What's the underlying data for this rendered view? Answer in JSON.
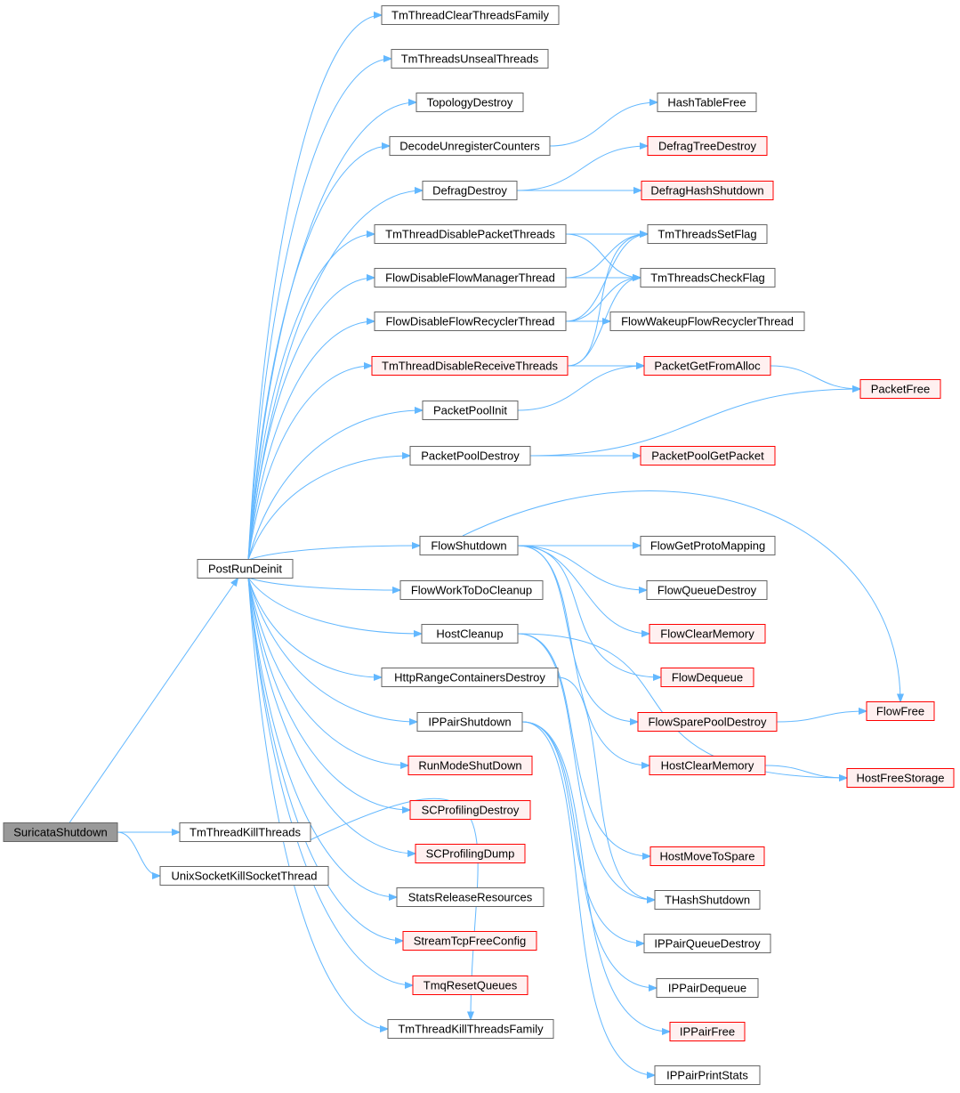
{
  "colors": {
    "edge": "#63b8ff",
    "node_border": "#666666",
    "node_fill": "#ffffff",
    "truncated_border": "#ff0000",
    "truncated_fill": "#fff0f0",
    "root_fill": "#999999",
    "root_border": "#666666"
  },
  "nodes": [
    {
      "id": "SuricataShutdown",
      "label": "SuricataShutdown",
      "kind": "root"
    },
    {
      "id": "PostRunDeinit",
      "label": "PostRunDeinit",
      "kind": "normal"
    },
    {
      "id": "TmThreadKillThreads",
      "label": "TmThreadKillThreads",
      "kind": "normal"
    },
    {
      "id": "UnixSocketKillSocketThread",
      "label": "UnixSocketKillSocketThread",
      "kind": "normal"
    },
    {
      "id": "TmThreadClearThreadsFamily",
      "label": "TmThreadClearThreadsFamily",
      "kind": "normal"
    },
    {
      "id": "TmThreadsUnsealThreads",
      "label": "TmThreadsUnsealThreads",
      "kind": "normal"
    },
    {
      "id": "TopologyDestroy",
      "label": "TopologyDestroy",
      "kind": "normal"
    },
    {
      "id": "DecodeUnregisterCounters",
      "label": "DecodeUnregisterCounters",
      "kind": "normal"
    },
    {
      "id": "DefragDestroy",
      "label": "DefragDestroy",
      "kind": "normal"
    },
    {
      "id": "TmThreadDisablePacketThreads",
      "label": "TmThreadDisablePacketThreads",
      "kind": "normal"
    },
    {
      "id": "FlowDisableFlowManagerThread",
      "label": "FlowDisableFlowManagerThread",
      "kind": "normal"
    },
    {
      "id": "FlowDisableFlowRecyclerThread",
      "label": "FlowDisableFlowRecyclerThread",
      "kind": "normal"
    },
    {
      "id": "TmThreadDisableReceiveThreads",
      "label": "TmThreadDisableReceiveThreads",
      "kind": "truncated"
    },
    {
      "id": "PacketPoolInit",
      "label": "PacketPoolInit",
      "kind": "normal"
    },
    {
      "id": "PacketPoolDestroy",
      "label": "PacketPoolDestroy",
      "kind": "normal"
    },
    {
      "id": "FlowShutdown",
      "label": "FlowShutdown",
      "kind": "normal"
    },
    {
      "id": "FlowWorkToDoCleanup",
      "label": "FlowWorkToDoCleanup",
      "kind": "normal"
    },
    {
      "id": "HostCleanup",
      "label": "HostCleanup",
      "kind": "normal"
    },
    {
      "id": "HttpRangeContainersDestroy",
      "label": "HttpRangeContainersDestroy",
      "kind": "normal"
    },
    {
      "id": "IPPairShutdown",
      "label": "IPPairShutdown",
      "kind": "normal"
    },
    {
      "id": "RunModeShutDown",
      "label": "RunModeShutDown",
      "kind": "truncated"
    },
    {
      "id": "SCProfilingDestroy",
      "label": "SCProfilingDestroy",
      "kind": "truncated"
    },
    {
      "id": "SCProfilingDump",
      "label": "SCProfilingDump",
      "kind": "truncated"
    },
    {
      "id": "StatsReleaseResources",
      "label": "StatsReleaseResources",
      "kind": "normal"
    },
    {
      "id": "StreamTcpFreeConfig",
      "label": "StreamTcpFreeConfig",
      "kind": "truncated"
    },
    {
      "id": "TmqResetQueues",
      "label": "TmqResetQueues",
      "kind": "truncated"
    },
    {
      "id": "TmThreadKillThreadsFamily",
      "label": "TmThreadKillThreadsFamily",
      "kind": "normal"
    },
    {
      "id": "HashTableFree",
      "label": "HashTableFree",
      "kind": "normal"
    },
    {
      "id": "DefragTreeDestroy",
      "label": "DefragTreeDestroy",
      "kind": "truncated"
    },
    {
      "id": "DefragHashShutdown",
      "label": "DefragHashShutdown",
      "kind": "truncated"
    },
    {
      "id": "TmThreadsSetFlag",
      "label": "TmThreadsSetFlag",
      "kind": "normal"
    },
    {
      "id": "TmThreadsCheckFlag",
      "label": "TmThreadsCheckFlag",
      "kind": "normal"
    },
    {
      "id": "FlowWakeupFlowRecyclerThread",
      "label": "FlowWakeupFlowRecyclerThread",
      "kind": "normal"
    },
    {
      "id": "PacketGetFromAlloc",
      "label": "PacketGetFromAlloc",
      "kind": "truncated"
    },
    {
      "id": "PacketPoolGetPacket",
      "label": "PacketPoolGetPacket",
      "kind": "truncated"
    },
    {
      "id": "PacketFree",
      "label": "PacketFree",
      "kind": "truncated"
    },
    {
      "id": "FlowGetProtoMapping",
      "label": "FlowGetProtoMapping",
      "kind": "normal"
    },
    {
      "id": "FlowQueueDestroy",
      "label": "FlowQueueDestroy",
      "kind": "normal"
    },
    {
      "id": "FlowClearMemory",
      "label": "FlowClearMemory",
      "kind": "truncated"
    },
    {
      "id": "FlowDequeue",
      "label": "FlowDequeue",
      "kind": "truncated"
    },
    {
      "id": "FlowSparePoolDestroy",
      "label": "FlowSparePoolDestroy",
      "kind": "truncated"
    },
    {
      "id": "FlowFree",
      "label": "FlowFree",
      "kind": "truncated"
    },
    {
      "id": "HostClearMemory",
      "label": "HostClearMemory",
      "kind": "truncated"
    },
    {
      "id": "HostFreeStorage",
      "label": "HostFreeStorage",
      "kind": "truncated"
    },
    {
      "id": "HostMoveToSpare",
      "label": "HostMoveToSpare",
      "kind": "truncated"
    },
    {
      "id": "THashShutdown",
      "label": "THashShutdown",
      "kind": "normal"
    },
    {
      "id": "IPPairQueueDestroy",
      "label": "IPPairQueueDestroy",
      "kind": "normal"
    },
    {
      "id": "IPPairDequeue",
      "label": "IPPairDequeue",
      "kind": "normal"
    },
    {
      "id": "IPPairFree",
      "label": "IPPairFree",
      "kind": "truncated"
    },
    {
      "id": "IPPairPrintStats",
      "label": "IPPairPrintStats",
      "kind": "normal"
    }
  ],
  "edges": [
    [
      "SuricataShutdown",
      "PostRunDeinit"
    ],
    [
      "SuricataShutdown",
      "TmThreadKillThreads"
    ],
    [
      "SuricataShutdown",
      "UnixSocketKillSocketThread"
    ],
    [
      "TmThreadKillThreads",
      "TmThreadKillThreadsFamily"
    ],
    [
      "PostRunDeinit",
      "TmThreadClearThreadsFamily"
    ],
    [
      "PostRunDeinit",
      "TmThreadsUnsealThreads"
    ],
    [
      "PostRunDeinit",
      "TopologyDestroy"
    ],
    [
      "PostRunDeinit",
      "DecodeUnregisterCounters"
    ],
    [
      "PostRunDeinit",
      "DefragDestroy"
    ],
    [
      "PostRunDeinit",
      "TmThreadDisablePacketThreads"
    ],
    [
      "PostRunDeinit",
      "FlowDisableFlowManagerThread"
    ],
    [
      "PostRunDeinit",
      "FlowDisableFlowRecyclerThread"
    ],
    [
      "PostRunDeinit",
      "TmThreadDisableReceiveThreads"
    ],
    [
      "PostRunDeinit",
      "PacketPoolInit"
    ],
    [
      "PostRunDeinit",
      "PacketPoolDestroy"
    ],
    [
      "PostRunDeinit",
      "FlowShutdown"
    ],
    [
      "PostRunDeinit",
      "FlowWorkToDoCleanup"
    ],
    [
      "PostRunDeinit",
      "HostCleanup"
    ],
    [
      "PostRunDeinit",
      "HttpRangeContainersDestroy"
    ],
    [
      "PostRunDeinit",
      "IPPairShutdown"
    ],
    [
      "PostRunDeinit",
      "RunModeShutDown"
    ],
    [
      "PostRunDeinit",
      "SCProfilingDestroy"
    ],
    [
      "PostRunDeinit",
      "SCProfilingDump"
    ],
    [
      "PostRunDeinit",
      "StatsReleaseResources"
    ],
    [
      "PostRunDeinit",
      "StreamTcpFreeConfig"
    ],
    [
      "PostRunDeinit",
      "TmqResetQueues"
    ],
    [
      "PostRunDeinit",
      "TmThreadKillThreadsFamily"
    ],
    [
      "DecodeUnregisterCounters",
      "HashTableFree"
    ],
    [
      "DefragDestroy",
      "DefragTreeDestroy"
    ],
    [
      "DefragDestroy",
      "DefragHashShutdown"
    ],
    [
      "TmThreadDisablePacketThreads",
      "TmThreadsSetFlag"
    ],
    [
      "TmThreadDisablePacketThreads",
      "TmThreadsCheckFlag"
    ],
    [
      "FlowDisableFlowManagerThread",
      "TmThreadsSetFlag"
    ],
    [
      "FlowDisableFlowManagerThread",
      "TmThreadsCheckFlag"
    ],
    [
      "FlowDisableFlowRecyclerThread",
      "TmThreadsSetFlag"
    ],
    [
      "FlowDisableFlowRecyclerThread",
      "TmThreadsCheckFlag"
    ],
    [
      "FlowDisableFlowRecyclerThread",
      "FlowWakeupFlowRecyclerThread"
    ],
    [
      "TmThreadDisableReceiveThreads",
      "TmThreadsSetFlag"
    ],
    [
      "TmThreadDisableReceiveThreads",
      "TmThreadsCheckFlag"
    ],
    [
      "TmThreadDisableReceiveThreads",
      "PacketGetFromAlloc"
    ],
    [
      "PacketPoolInit",
      "PacketGetFromAlloc"
    ],
    [
      "PacketGetFromAlloc",
      "PacketFree"
    ],
    [
      "PacketPoolDestroy",
      "PacketFree"
    ],
    [
      "PacketPoolDestroy",
      "PacketPoolGetPacket"
    ],
    [
      "FlowShutdown",
      "FlowFree"
    ],
    [
      "FlowShutdown",
      "FlowGetProtoMapping"
    ],
    [
      "FlowShutdown",
      "FlowQueueDestroy"
    ],
    [
      "FlowShutdown",
      "FlowClearMemory"
    ],
    [
      "FlowShutdown",
      "FlowDequeue"
    ],
    [
      "FlowShutdown",
      "FlowSparePoolDestroy"
    ],
    [
      "FlowShutdown",
      "HostClearMemory"
    ],
    [
      "FlowSparePoolDestroy",
      "FlowFree"
    ],
    [
      "HostClearMemory",
      "HostFreeStorage"
    ],
    [
      "HostCleanup",
      "HostFreeStorage"
    ],
    [
      "HostCleanup",
      "HostMoveToSpare"
    ],
    [
      "HostCleanup",
      "THashShutdown"
    ],
    [
      "HttpRangeContainersDestroy",
      "THashShutdown"
    ],
    [
      "IPPairShutdown",
      "IPPairQueueDestroy"
    ],
    [
      "IPPairShutdown",
      "IPPairDequeue"
    ],
    [
      "IPPairShutdown",
      "IPPairFree"
    ],
    [
      "IPPairShutdown",
      "IPPairPrintStats"
    ]
  ]
}
